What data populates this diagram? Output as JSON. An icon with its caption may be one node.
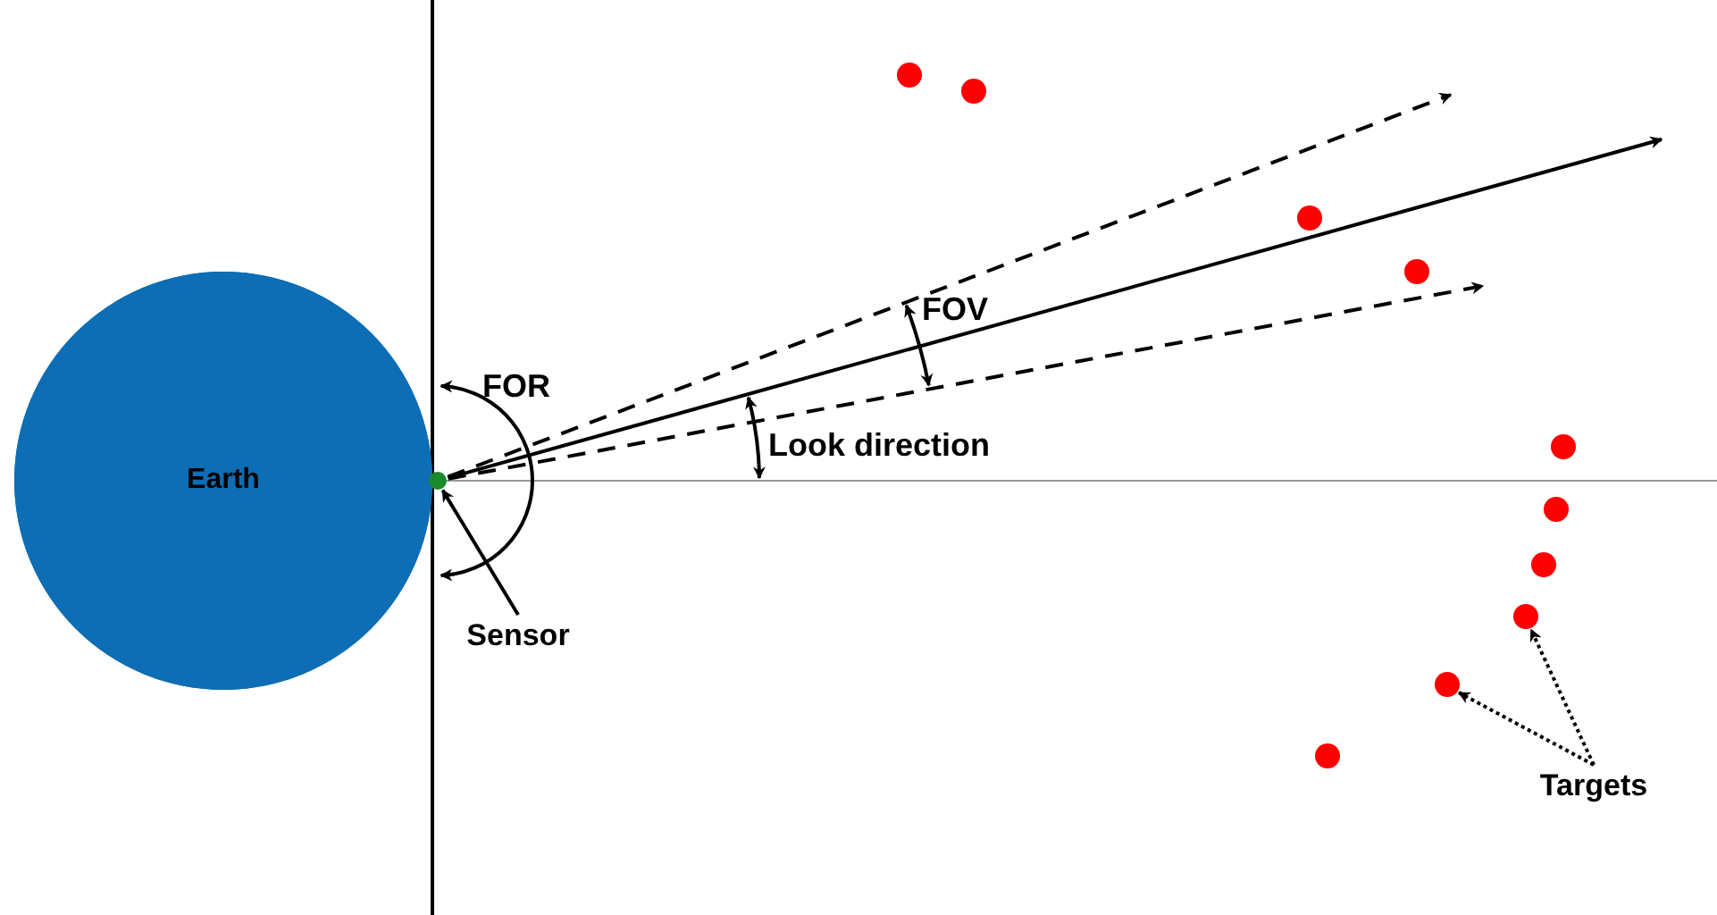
{
  "diagram": {
    "nodes": [
      {
        "text": [
          "Earth"
        ]
      },
      {
        "text": [],
        "shape": "circle"
      },
      {
        "text": [
          "Sensor"
        ]
      },
      {
        "text": [
          "Targets"
        ]
      },
      {
        "text": [],
        "shape": "circle"
      },
      {
        "text": [],
        "shape": "circle"
      },
      {
        "text": [],
        "shape": "circle"
      },
      {
        "text": [],
        "shape": "circle"
      },
      {
        "text": [],
        "shape": "circle"
      },
      {
        "text": [],
        "shape": "circle"
      },
      {
        "text": [],
        "shape": "circle"
      },
      {
        "text": [],
        "shape": "circle"
      },
      {
        "text": [],
        "shape": "circle"
      },
      {
        "text": [],
        "shape": "circle"
      }
    ],
    "edges": [
      {
        "from": 2,
        "to": 1,
        "arrow": "to"
      },
      {
        "from": 3,
        "to": 9,
        "arrow": "to",
        "style": "dashed"
      },
      {
        "from": 3,
        "to": 10,
        "arrow": "to",
        "style": "dashed"
      },
      {
        "from": 1,
        "to": null,
        "arrow": "to"
      },
      {
        "from": 1,
        "to": null,
        "arrow": "to",
        "style": "dashed"
      },
      {
        "from": 1,
        "to": null,
        "arrow": "to",
        "style": "dashed"
      }
    ],
    "labels": [
      "FOR",
      "FOV",
      "Look direction"
    ]
  }
}
